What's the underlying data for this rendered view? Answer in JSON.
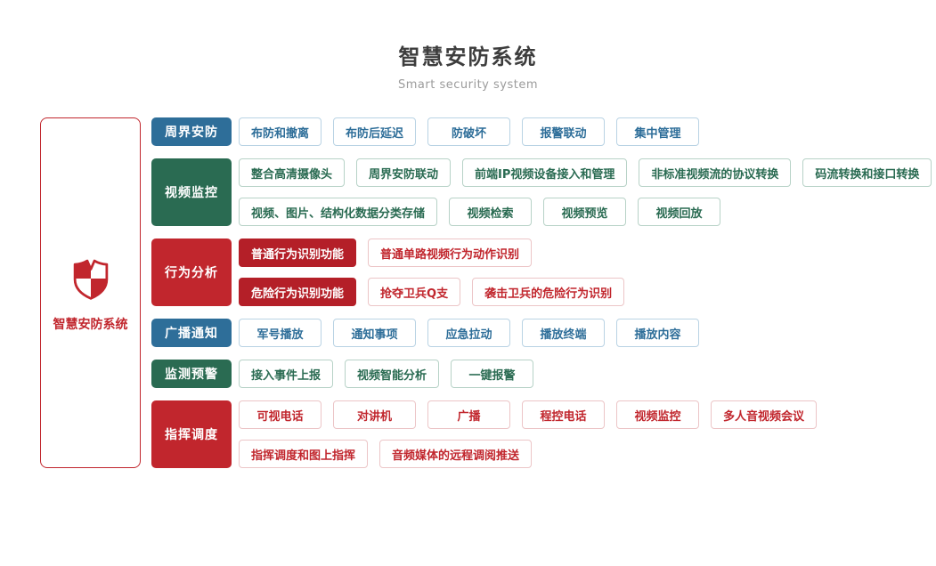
{
  "header": {
    "title": "智慧安防系统",
    "subtitle": "Smart security system"
  },
  "root": {
    "label": "智慧安防系统",
    "icon": "shield-icon"
  },
  "colors": {
    "blue": "#2E6E99",
    "green": "#2A6B52",
    "red": "#C1262D",
    "red_solid": "#B41F28",
    "blue_border": "#B9D3E4",
    "green_border": "#B7D2C7",
    "red_border": "#ECC5C7",
    "title_text": "#3D3D3D",
    "subtitle_text": "#9B9B9B"
  },
  "sections": [
    {
      "id": "perimeter-security",
      "label": "周界安防",
      "color": "blue",
      "rows": [
        [
          "布防和撤离",
          "布防后延迟",
          "防破坏",
          "报警联动",
          "集中管理"
        ]
      ]
    },
    {
      "id": "video-surveillance",
      "label": "视频监控",
      "color": "green",
      "rows": [
        [
          "整合高清摄像头",
          "周界安防联动",
          "前端IP视频设备接入和管理",
          "非标准视频流的协议转换",
          "码流转换和接口转换"
        ],
        [
          "视频、图片、结构化数据分类存储",
          "视频检索",
          "视频预览",
          "视频回放"
        ]
      ]
    },
    {
      "id": "behavior-analysis",
      "label": "行为分析",
      "color": "red",
      "rows": [
        [
          {
            "label": "普通行为识别功能",
            "solid": true
          },
          "普通单路视频行为动作识别"
        ],
        [
          {
            "label": "危险行为识别功能",
            "solid": true
          },
          "抢夺卫兵Q支",
          "袭击卫兵的危险行为识别"
        ]
      ]
    },
    {
      "id": "broadcast-notice",
      "label": "广播通知",
      "color": "blue",
      "rows": [
        [
          "军号播放",
          "通知事项",
          "应急拉动",
          "播放终端",
          "播放内容"
        ]
      ]
    },
    {
      "id": "monitoring-warning",
      "label": "监测预警",
      "color": "green",
      "rows": [
        [
          "接入事件上报",
          "视频智能分析",
          "一键报警"
        ]
      ]
    },
    {
      "id": "command-dispatch",
      "label": "指挥调度",
      "color": "red",
      "rows": [
        [
          "可视电话",
          "对讲机",
          "广播",
          "程控电话",
          "视频监控",
          "多人音视频会议"
        ],
        [
          "指挥调度和图上指挥",
          "音频媒体的远程调阅推送"
        ]
      ]
    }
  ]
}
